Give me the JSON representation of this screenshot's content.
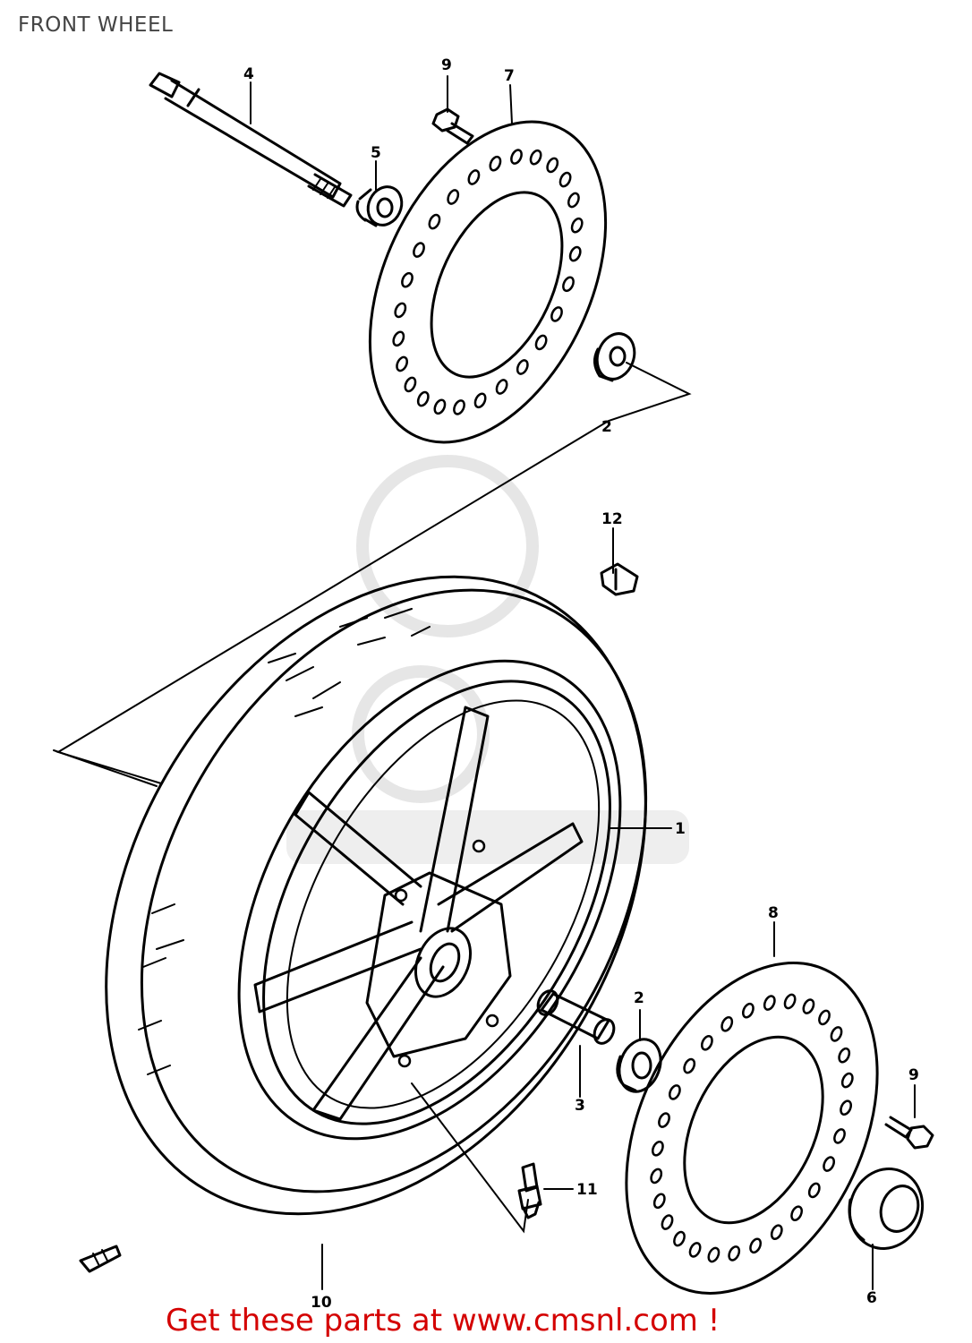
{
  "diagram": {
    "title": "FRONT WHEEL",
    "callouts": {
      "c1": "1",
      "c2a": "2",
      "c2b": "2",
      "c3": "3",
      "c4": "4",
      "c5": "5",
      "c6": "6",
      "c7": "7",
      "c8": "8",
      "c9a": "9",
      "c9b": "9",
      "c10": "10",
      "c11": "11",
      "c12": "12"
    }
  },
  "footer": {
    "cta": "Get these parts at www.cmsnl.com !"
  }
}
